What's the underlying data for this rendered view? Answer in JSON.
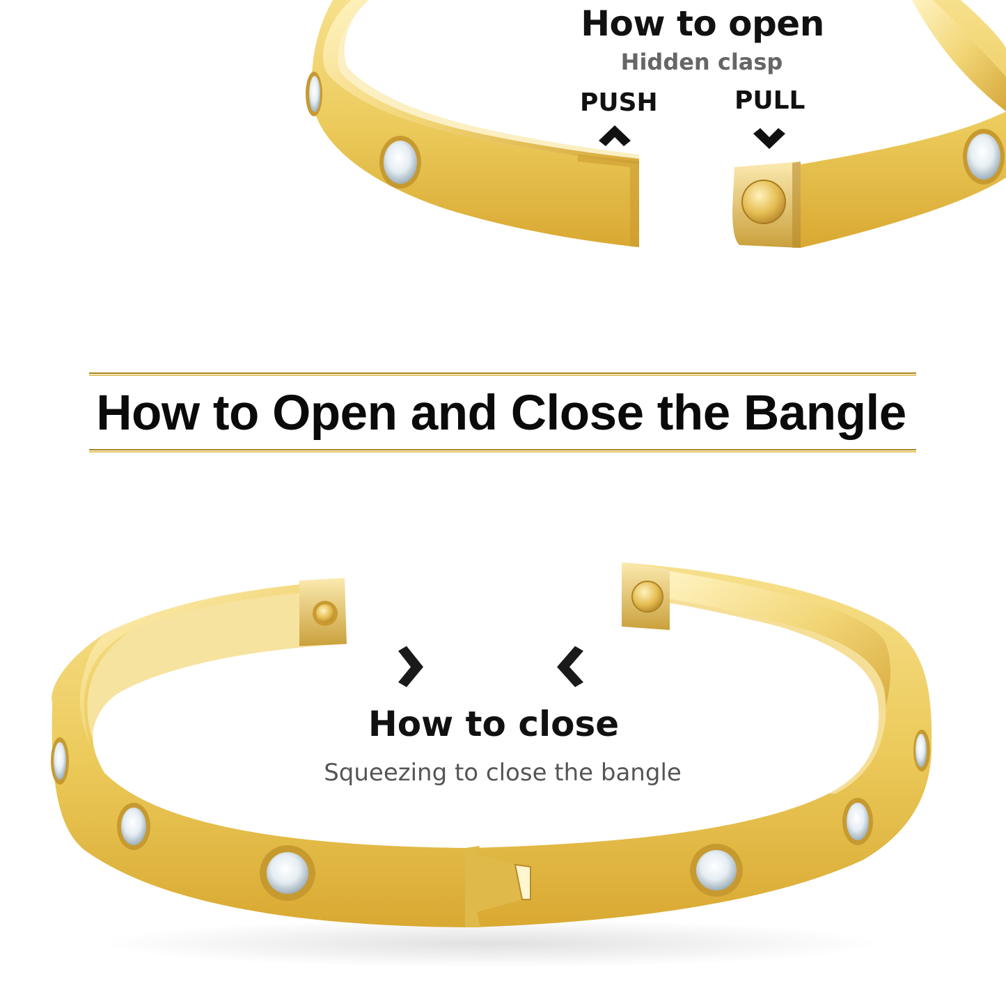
{
  "open_section": {
    "title": "How to open",
    "subtitle": "Hidden clasp",
    "push_label": "PUSH",
    "pull_label": "PULL"
  },
  "banner": {
    "title": "How to Open and Close the Bangle"
  },
  "close_section": {
    "title": "How to close",
    "subtitle": "Squeezing to close the bangle"
  },
  "icons": {
    "push_arrow": "chevron-up-icon",
    "pull_arrow": "chevron-down-icon",
    "squeeze_left": "chevron-right-icon",
    "squeeze_right": "chevron-left-icon"
  },
  "colors": {
    "gold_light": "#f6dc86",
    "gold_mid": "#e8c14a",
    "gold_dark": "#b8860b",
    "banner_line": "#c9a227",
    "text_dark": "#111111",
    "text_grey": "#666666"
  }
}
